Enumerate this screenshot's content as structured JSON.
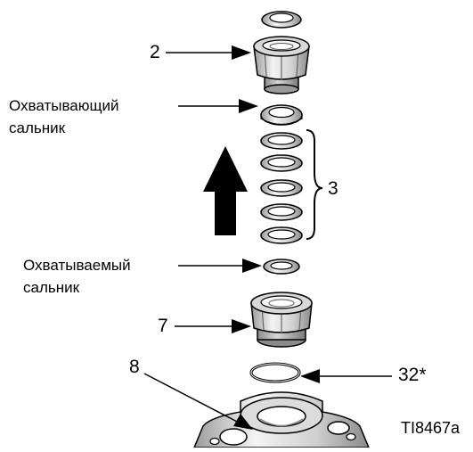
{
  "labels": {
    "part_2": "2",
    "female_seal_line1": "Охватывающий",
    "female_seal_line2": "сальник",
    "part_3": "3",
    "male_seal_line1": "Охватываемый",
    "male_seal_line2": "сальник",
    "part_7": "7",
    "part_8": "8",
    "part_32": "32*",
    "figure_id": "TI8467a"
  },
  "colors": {
    "line": "#000000",
    "part_fill": "#e6e6e6",
    "part_shade": "#b4b4b4",
    "part_dark": "#8c8c8c"
  }
}
